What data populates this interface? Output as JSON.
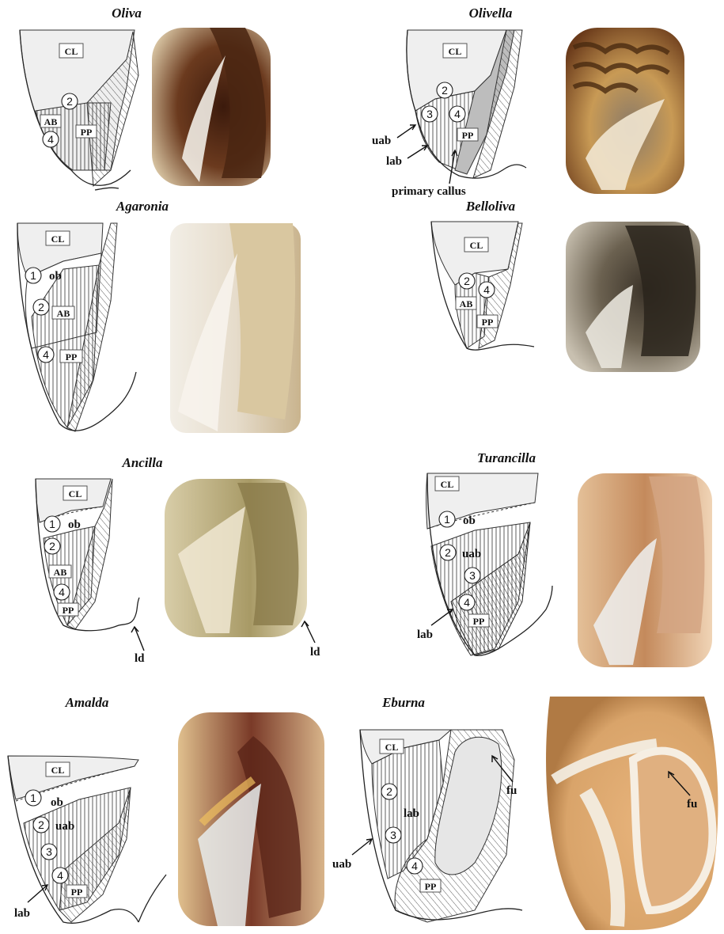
{
  "panels": [
    {
      "genus": "Oliva",
      "labels": {
        "cl": "CL",
        "ab": "AB",
        "pp": "PP",
        "n2": "2",
        "n4": "4"
      }
    },
    {
      "genus": "Olivella",
      "labels": {
        "cl": "CL",
        "pp": "PP",
        "n2": "2",
        "n3": "3",
        "n4": "4",
        "uab": "uab",
        "lab": "lab",
        "callus": "primary callus"
      }
    },
    {
      "genus": "Agaronia",
      "labels": {
        "cl": "CL",
        "ob": "ob",
        "ab": "AB",
        "pp": "PP",
        "n1": "1",
        "n2": "2",
        "n4": "4"
      }
    },
    {
      "genus": "Belloliva",
      "labels": {
        "cl": "CL",
        "ab": "AB",
        "pp": "PP",
        "n2": "2",
        "n4": "4"
      }
    },
    {
      "genus": "Ancilla",
      "labels": {
        "cl": "CL",
        "ob": "ob",
        "ab": "AB",
        "pp": "PP",
        "n1": "1",
        "n2": "2",
        "n4": "4",
        "ld": "ld"
      }
    },
    {
      "genus": "Turancilla",
      "labels": {
        "cl": "CL",
        "ob": "ob",
        "uab": "uab",
        "lab": "lab",
        "pp": "PP",
        "n1": "1",
        "n2": "2",
        "n3": "3",
        "n4": "4"
      }
    },
    {
      "genus": "Amalda",
      "labels": {
        "cl": "CL",
        "ob": "ob",
        "uab": "uab",
        "lab": "lab",
        "pp": "PP",
        "n1": "1",
        "n2": "2",
        "n3": "3",
        "n4": "4"
      }
    },
    {
      "genus": "Eburna",
      "labels": {
        "cl": "CL",
        "lab": "lab",
        "uab": "uab",
        "pp": "PP",
        "fu": "fu",
        "n2": "2",
        "n3": "3",
        "n4": "4"
      }
    }
  ],
  "colors": {
    "oliva_photo": "#6b3a1e",
    "olivella_photo": "#a8753a",
    "agaronia_photo": "#d8cbb0",
    "belloliva_photo": "#5a5040",
    "ancilla_photo": "#b8a878",
    "turancilla_photo": "#c9986a",
    "amalda_photo": "#8a4a30",
    "eburna_photo": "#d9a46a"
  }
}
